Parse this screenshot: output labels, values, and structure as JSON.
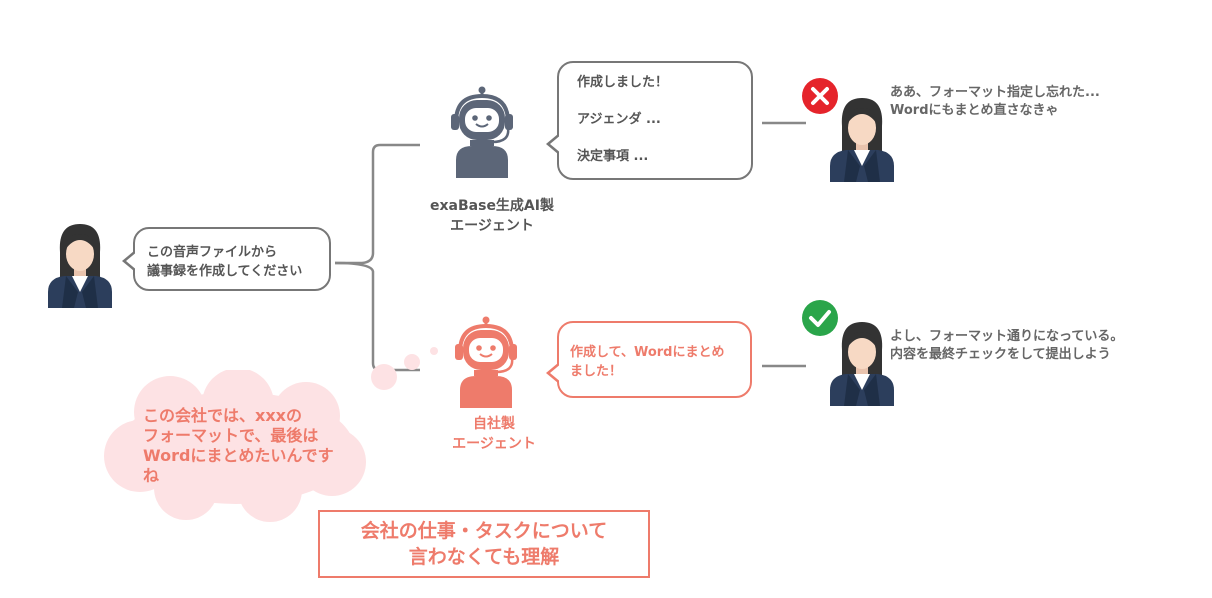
{
  "user_request": {
    "lines": [
      "この音声ファイルから",
      "議事録を作成してください"
    ]
  },
  "exabase_agent": {
    "label_lines": [
      "exaBase生成AI製",
      "エージェント"
    ],
    "response_lines": [
      "作成しました！",
      "アジェンダ ...",
      "決定事項 ..."
    ],
    "result_icon": "x-mark-icon",
    "user_reaction_lines": [
      "ああ、フォーマット指定し忘れた...",
      "Wordにもまとめ直さなきゃ"
    ]
  },
  "inhouse_agent": {
    "label_lines": [
      "自社製",
      "エージェント"
    ],
    "response_lines": [
      "作成して、Wordにまとめ",
      "ました！"
    ],
    "result_icon": "check-mark-icon",
    "user_reaction_lines": [
      "よし、フォーマット通りになっている。",
      "内容を最終チェックをして提出しよう"
    ]
  },
  "thought_cloud": {
    "lines": [
      "この会社では、xxxの",
      "フォーマットで、最後は",
      "Wordにまとめたいんです",
      "ね"
    ]
  },
  "summary_box": {
    "lines": [
      "会社の仕事・タスクについて",
      "言わなくても理解"
    ]
  },
  "colors": {
    "accent": "#ee7b6b",
    "gray_robot": "#5c6678",
    "navy": "#2c3e5c",
    "skin": "#f7d9c4",
    "hair": "#333333",
    "cloud": "#fde2e4",
    "error_red": "#e5242b",
    "success_green": "#2aa54a",
    "border_gray": "#777777"
  }
}
